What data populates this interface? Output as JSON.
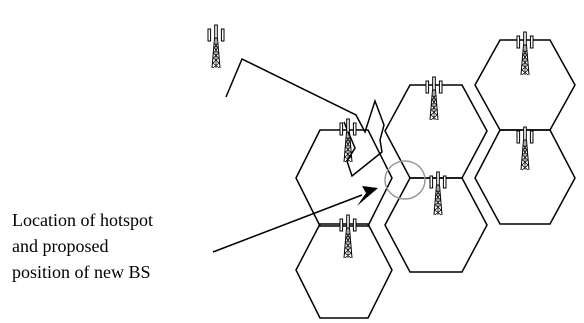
{
  "caption": {
    "line1": "Location of hotspot",
    "line2": "and proposed",
    "line3": "position of new BS"
  },
  "icons": {
    "base_station": "base-station-tower-icon",
    "hotspot": "hotspot-circle-icon"
  },
  "colors": {
    "lines": "#000000",
    "hotspot_marker": "#999999",
    "background": "#ffffff"
  }
}
